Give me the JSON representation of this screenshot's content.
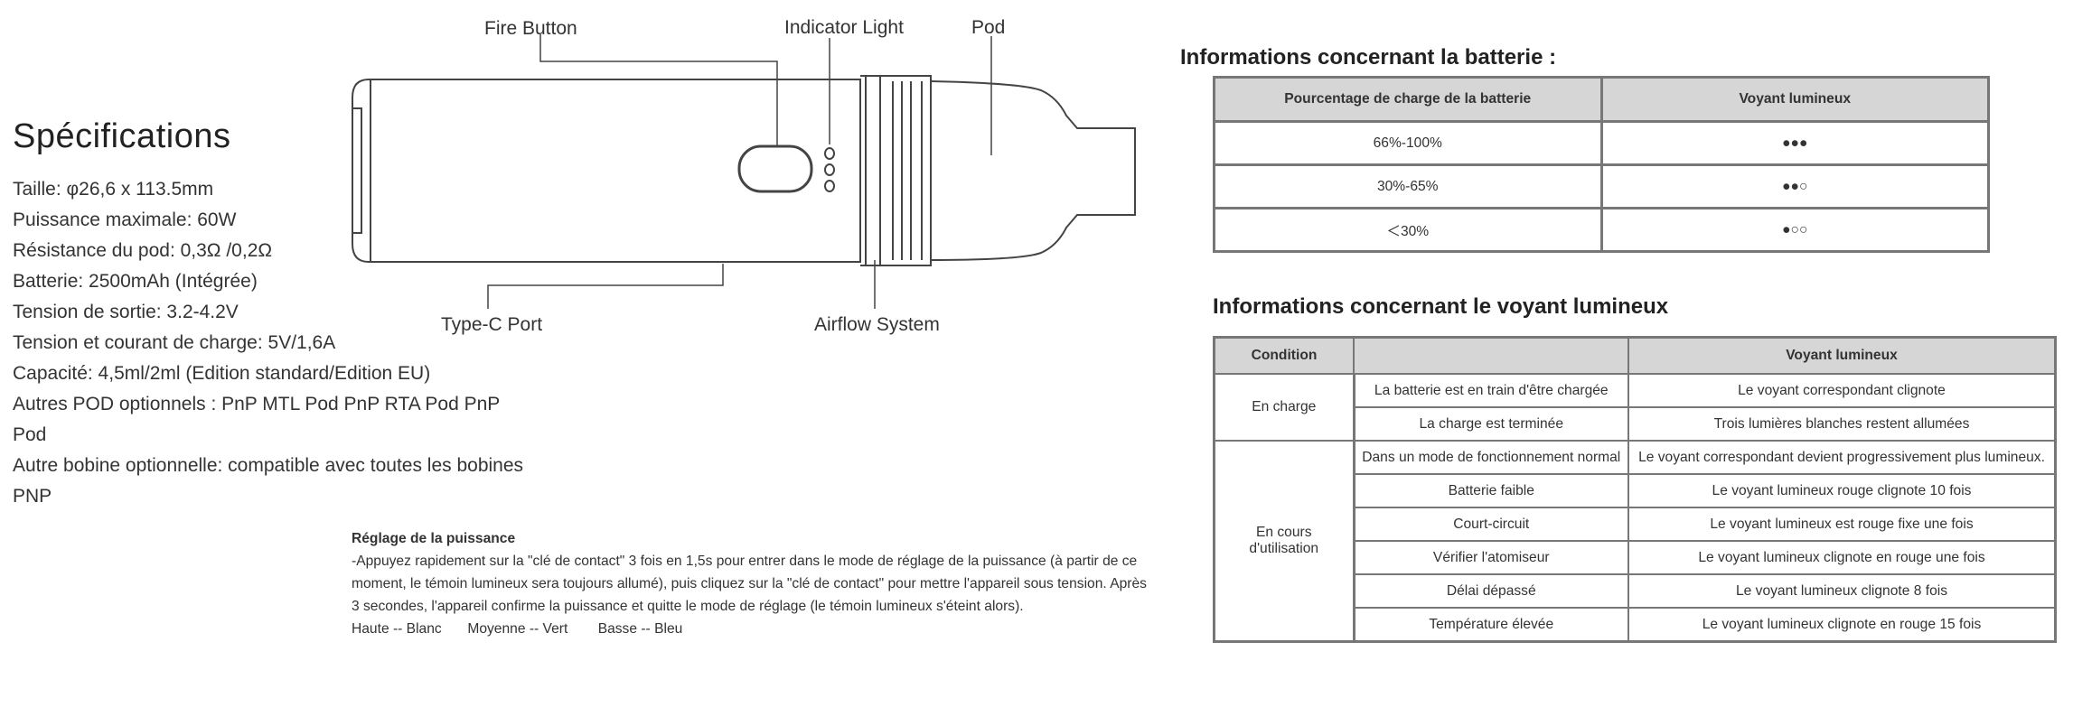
{
  "specs": {
    "title": "Spécifications",
    "items": [
      "Taille: φ26,6 x 113.5mm",
      "Puissance maximale: 60W",
      "Résistance du pod: 0,3Ω /0,2Ω",
      "Batterie: 2500mAh (Intégrée)",
      "Tension de sortie: 3.2-4.2V",
      "Tension et courant de charge: 5V/1,6A",
      "Capacité: 4,5ml/2ml (Edition standard/Edition EU)",
      "Autres POD optionnels : PnP MTL Pod PnP RTA Pod PnP Pod",
      "Autre bobine optionnelle: compatible avec toutes les bobines PNP"
    ]
  },
  "diagram": {
    "labels": {
      "fire_button": "Fire Button",
      "indicator_light": "Indicator Light",
      "pod": "Pod",
      "type_c_port": "Type-C Port",
      "airflow_system": "Airflow System"
    }
  },
  "power": {
    "title": "Réglage de la puissance",
    "text": "-Appuyez rapidement sur la \"clé de contact\" 3 fois en 1,5s pour entrer dans le mode de réglage de la puissance (à  partir de ce moment, le témoin lumineux sera toujours allumé), puis cliquez sur la \"clé de contact\" pour mettre l'appareil sous tension. Après 3 secondes, l'appareil confirme la puissance et quitte le mode de réglage (le témoin lumineux s'éteint alors).",
    "levels": [
      "Haute -- Blanc",
      "Moyenne -- Vert",
      "Basse -- Bleu"
    ]
  },
  "battery": {
    "title": "Informations concernant la batterie :",
    "headers": [
      "Pourcentage de charge de la batterie",
      "Voyant lumineux"
    ],
    "rows": [
      [
        "66%-100%",
        "●●●"
      ],
      [
        "30%-65%",
        "●●○"
      ],
      [
        "＜30%",
        "●○○"
      ]
    ]
  },
  "indicator": {
    "title": "Informations concernant le voyant lumineux",
    "headers": [
      "Condition",
      "",
      "Voyant lumineux"
    ],
    "groups": [
      {
        "condition": "En charge",
        "rows": [
          [
            "La batterie est en train d'être chargée",
            "Le voyant correspondant clignote"
          ],
          [
            "La charge est terminée",
            "Trois lumières blanches restent allumées"
          ]
        ]
      },
      {
        "condition": "En cours d'utilisation",
        "rows": [
          [
            "Dans un mode de fonctionnement normal",
            "Le voyant correspondant devient progressivement plus lumineux."
          ],
          [
            "Batterie faible",
            "Le voyant lumineux rouge clignote 10 fois"
          ],
          [
            "Court-circuit",
            "Le voyant lumineux est rouge fixe une fois"
          ],
          [
            "Vérifier l'atomiseur",
            "Le voyant lumineux clignote en rouge une fois"
          ],
          [
            "Délai dépassé",
            "Le voyant lumineux clignote 8 fois"
          ],
          [
            "Température élevée",
            "Le voyant lumineux clignote en rouge 15 fois"
          ]
        ]
      }
    ]
  }
}
